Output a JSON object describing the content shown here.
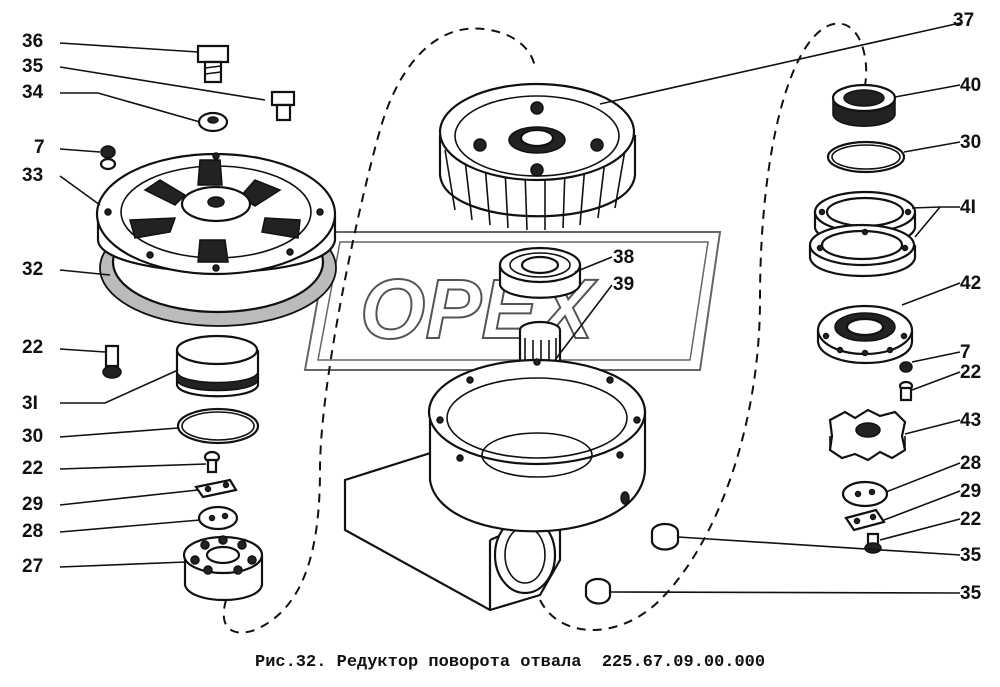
{
  "caption": "Рис.32. Редуктор поворота отвала  225.67.09.00.000",
  "watermark": "OPEX",
  "labels": {
    "l36": "36",
    "l35a": "35",
    "l34": "34",
    "l7a": "7",
    "l33": "33",
    "l32": "32",
    "l22a": "22",
    "l31": "3I",
    "l30a": "30",
    "l22b": "22",
    "l29a": "29",
    "l28a": "28",
    "l27": "27",
    "l37": "37",
    "l38": "38",
    "l39": "39",
    "l40": "40",
    "l30b": "30",
    "l41": "4I",
    "l42": "42",
    "l7b": "7",
    "l22c": "22",
    "l43": "43",
    "l28b": "28",
    "l29b": "29",
    "l22d": "22",
    "l35b": "35",
    "l35c": "35"
  }
}
